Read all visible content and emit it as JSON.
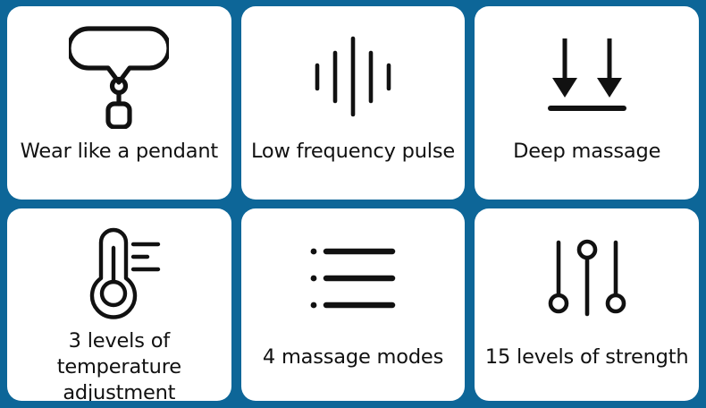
{
  "theme": {
    "background_color": "#0d6698",
    "card_color": "#ffffff",
    "icon_color": "#111111",
    "text_color": "#111111"
  },
  "grid": {
    "columns": 3,
    "rows": 2,
    "cards": [
      {
        "id": "pendant",
        "icon": "pendant-necklace-icon",
        "caption": "Wear like a pendant",
        "caption_lines": [
          "Wear like a pendant"
        ]
      },
      {
        "id": "pulse",
        "icon": "low-frequency-pulse-icon",
        "caption": "Low frequency pulse",
        "caption_lines": [
          "Low frequency pulse"
        ]
      },
      {
        "id": "deep",
        "icon": "deep-massage-arrows-icon",
        "caption": "Deep massage",
        "caption_lines": [
          "Deep massage"
        ]
      },
      {
        "id": "temp",
        "icon": "thermometer-icon",
        "caption": "3 levels of temperature adjustment",
        "caption_lines": [
          "3 levels of temperature",
          "adjustment"
        ]
      },
      {
        "id": "modes",
        "icon": "massage-modes-list-icon",
        "caption": "4 massage modes",
        "caption_lines": [
          "4 massage modes"
        ]
      },
      {
        "id": "strength",
        "icon": "strength-sliders-icon",
        "caption": "15 levels of strength",
        "caption_lines": [
          "15 levels of strength"
        ]
      }
    ]
  }
}
